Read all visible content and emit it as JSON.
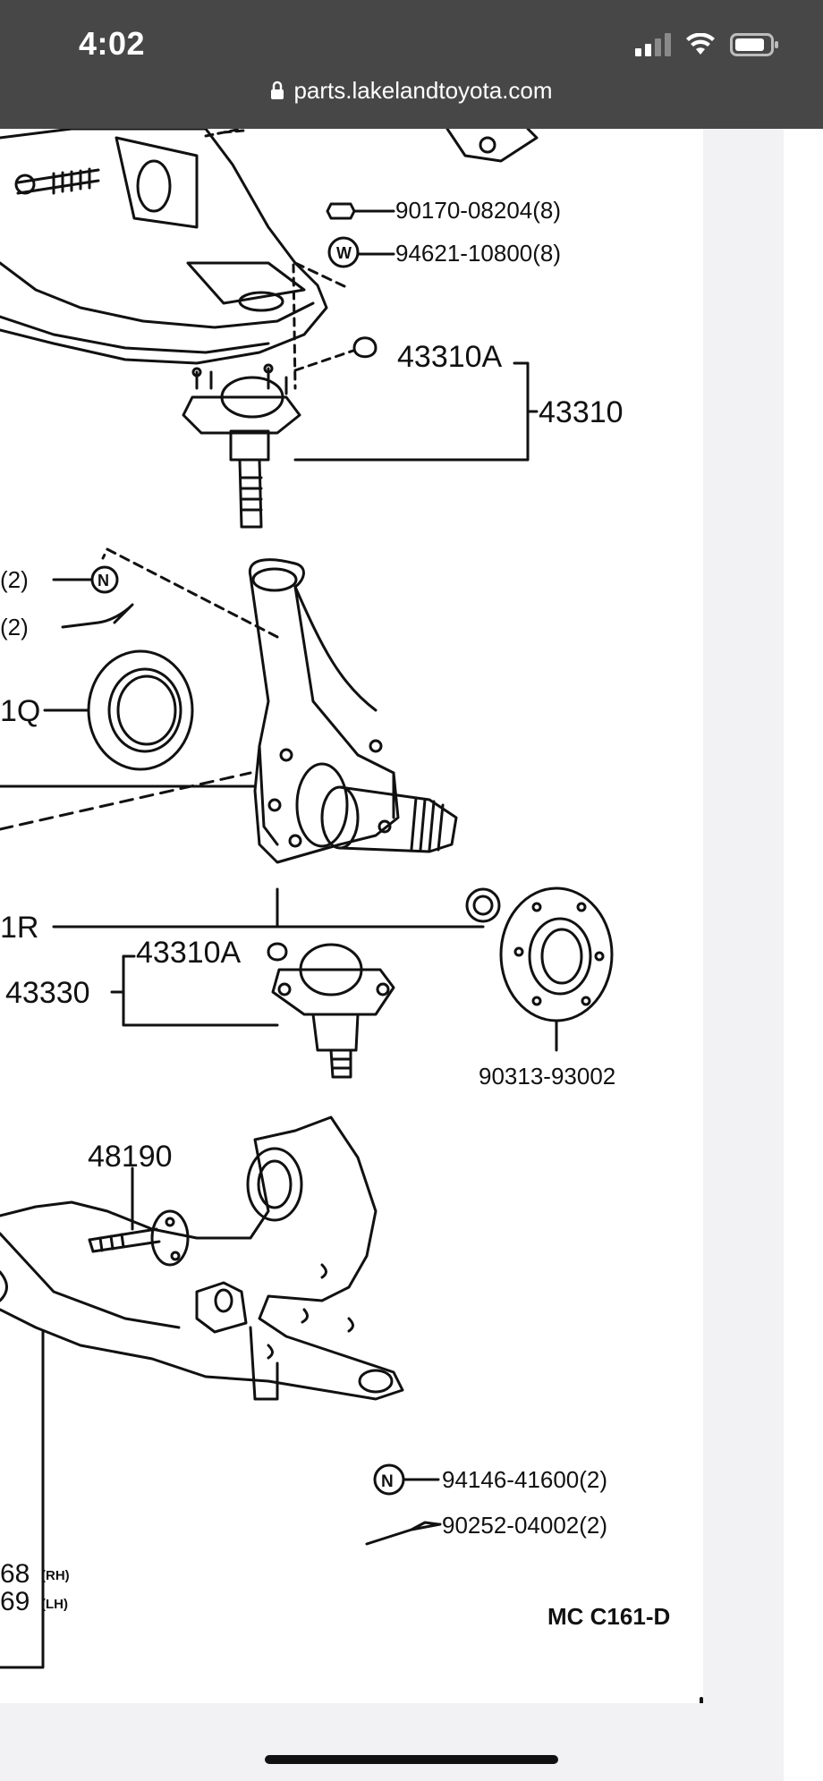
{
  "status_bar": {
    "time": "4:02",
    "signal_icon": "signal-bars-icon",
    "wifi_icon": "wifi-icon",
    "battery_icon": "battery-icon"
  },
  "address_bar": {
    "lock_icon": "lock-icon",
    "url": "parts.lakelandtoyota.com"
  },
  "diagram": {
    "labels": {
      "nut_upper": "90170-08204(8)",
      "washer_upper": "94621-10800(8)",
      "ball_joint_nut_upper": "43310A",
      "upper_ball_joint": "43310",
      "left_cut_1": "(2)",
      "left_cut_2": "(2)",
      "left_cut_3": "1Q",
      "left_cut_4": "1R",
      "ball_joint_nut_lower": "43310A",
      "lower_ball_joint": "43330",
      "hub_seal": "90313-93002",
      "bolt_lower": "48190",
      "nut_lower": "94146-41600(2)",
      "cotter_pin": "90252-04002(2)",
      "left_cut_rh": "68",
      "left_cut_lh": "69",
      "rh": "(RH)",
      "lh": "(LH)",
      "diagram_code": "MC C161-D"
    }
  }
}
